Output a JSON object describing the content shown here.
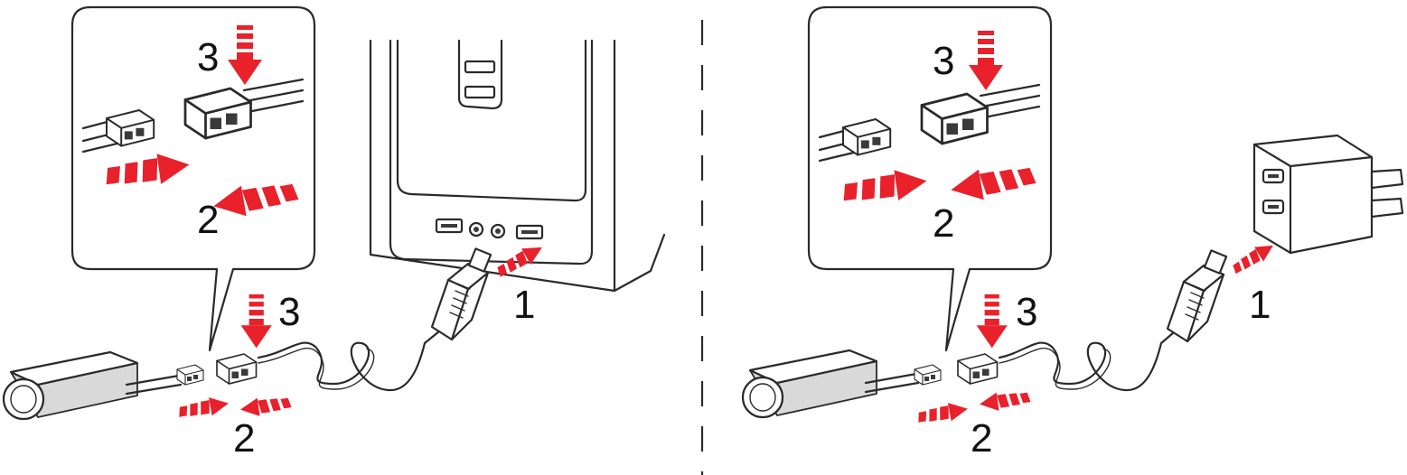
{
  "colors": {
    "arrow": "#e8212b",
    "line": "#2a2a2a",
    "background": "#ffffff"
  },
  "left_panel": {
    "callout": {
      "step_top": "3",
      "step_bottom": "2"
    },
    "main": {
      "step_connect": "1",
      "step_press": "3",
      "step_join": "2"
    },
    "target_icon": "computer-tower-icon"
  },
  "right_panel": {
    "callout": {
      "step_top": "3",
      "step_bottom": "2"
    },
    "main": {
      "step_connect": "1",
      "step_press": "3",
      "step_join": "2"
    },
    "target_icon": "usb-wall-adapter-icon"
  },
  "divider": "dashed-vertical-line"
}
